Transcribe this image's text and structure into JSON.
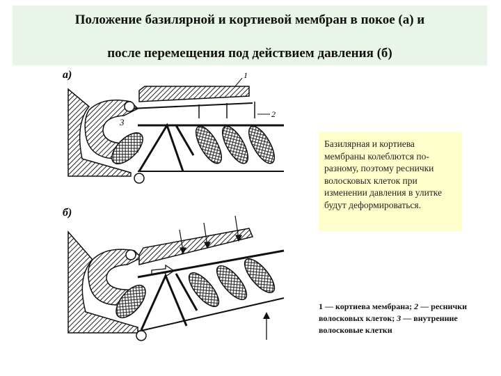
{
  "title": {
    "line1": "Положение базилярной и кортиевой мембран в покое (а) и",
    "line2": "после перемещения под действием давления (б)"
  },
  "figure": {
    "panel_a_label": "а)",
    "panel_b_label": "б)",
    "callout_1": "1",
    "callout_2": "2",
    "callout_3": "3"
  },
  "note": {
    "text": "Базилярная и кортиева мембраны колеблются по-разному, поэтому реснички волосковых клеток при изменении давления в улитке будут деформироваться."
  },
  "legend": {
    "n1": "1",
    "t1": " — кортиева мембрана; ",
    "n2": "2",
    "t2": " — реснички волосковых клеток; ",
    "n3": "3",
    "t3": " — внутренние волосковые клетки"
  },
  "colors": {
    "title_band": "#e8f5e8",
    "note_box": "#ffffcc"
  }
}
